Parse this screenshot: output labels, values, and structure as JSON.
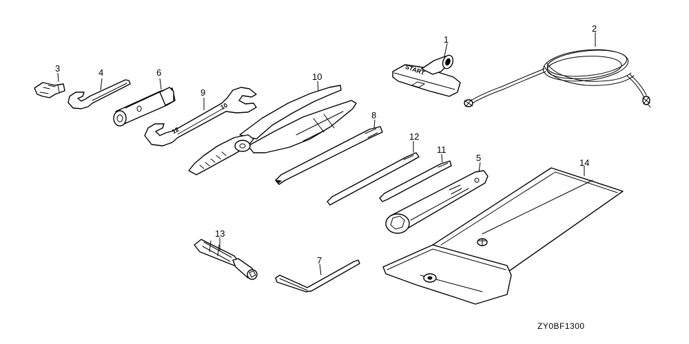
{
  "callouts": {
    "p1": "1",
    "p2": "2",
    "p3": "3",
    "p4": "4",
    "p5": "5",
    "p6": "6",
    "p7": "7",
    "p8": "8",
    "p9": "9",
    "p10": "10",
    "p11": "11",
    "p12": "12",
    "p13": "13",
    "p14": "14"
  },
  "handle_stamp": "START",
  "diagram_code": "ZY0BF1300",
  "colors": {
    "line": "#000000",
    "background": "#ffffff"
  }
}
